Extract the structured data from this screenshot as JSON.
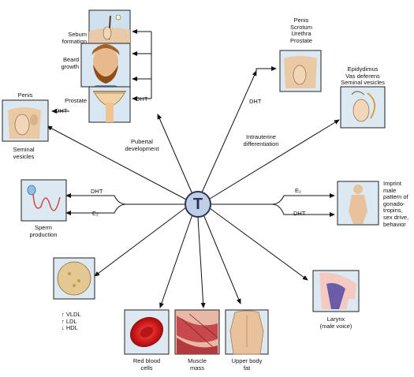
{
  "hub": {
    "label": "T"
  },
  "labels": {
    "sebum": "Sebum\nformation",
    "beard": "Beard\ngrowth",
    "prostate": "Prostate",
    "dht_puberty": "DHT",
    "pubertal": "Pubertal\ndevelopment",
    "penis_left": "Penis",
    "dht_left": "DHT",
    "seminal_left": "Seminal\nvesicles",
    "dht_sperm": "DHT",
    "e2_sperm": "E₂",
    "sperm": "Sperm\nproduction",
    "lipids": "↑ VLDL\n↑ LDL\n↓ HDL",
    "rbc": "Red blood\ncells",
    "muscle": "Muscle\nmass",
    "upper_body": "Upper body\nfat",
    "larynx": "Larynx\n(male voice)",
    "e2_imprint": "E₂",
    "dht_imprint": "DHT",
    "imprint": "Imprint\nmale\npattern of\ngonado-\ntropins,\nsex drive,\nbehavior",
    "dht_intra": "DHT",
    "intrauterine": "Intrauterine\ndifferentiation",
    "penis_list": "Penis\nScrotum\nUrethra\nProstate",
    "epid_list": "Epidydimus\nVas deferens\nSeminal vesicles"
  }
}
